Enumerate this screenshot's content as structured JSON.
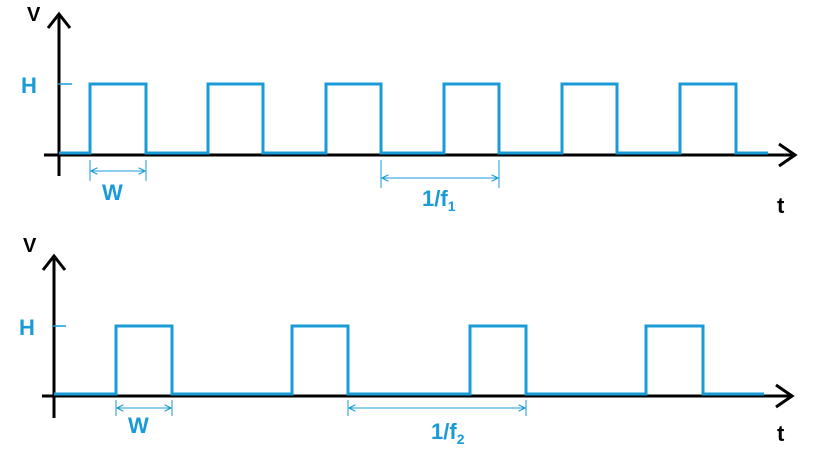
{
  "colors": {
    "axis": "#000000",
    "signal": "#1a9bd7"
  },
  "top_diagram": {
    "y_axis_label": "V",
    "x_axis_label": "t",
    "level_label": "H",
    "width_label": "W",
    "period_label_main": "1/f",
    "period_label_sub": "1"
  },
  "bottom_diagram": {
    "y_axis_label": "V",
    "x_axis_label": "t",
    "level_label": "H",
    "width_label": "W",
    "period_label_main": "1/f",
    "period_label_sub": "2"
  }
}
